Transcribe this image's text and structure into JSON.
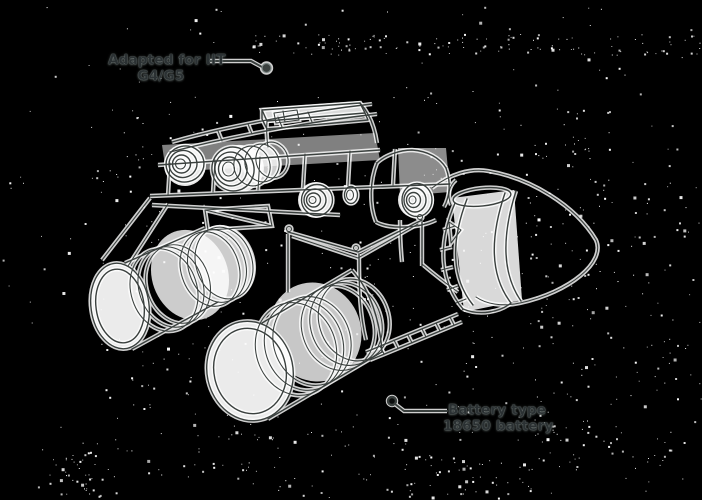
{
  "colors": {
    "background": "#000000",
    "ink": "#3a403e",
    "paper": "#ffffff",
    "noise": "#ffffff",
    "text_ink": "#2b3133",
    "dot_edge": "#7b8583"
  },
  "callouts": {
    "adapter": {
      "line1": "Adapted for IIT",
      "line2": "G4/G5"
    },
    "battery": {
      "line1": "Battery type",
      "line2": "18650 battery"
    }
  }
}
